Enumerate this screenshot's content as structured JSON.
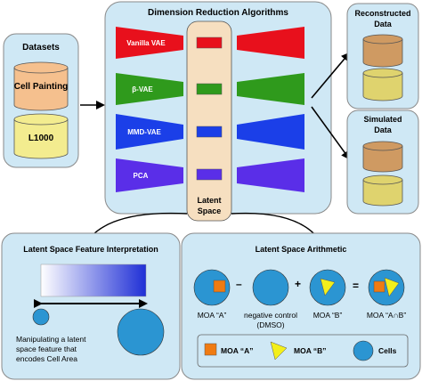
{
  "datasets": {
    "title": "Datasets",
    "items": [
      "Cell Painting",
      "L1000"
    ]
  },
  "algorithms": {
    "title": "Dimension Reduction Algorithms",
    "methods": [
      {
        "label": "Vanilla VAE",
        "color": "#e8101c"
      },
      {
        "label": "β-VAE",
        "color": "#2f9a1c"
      },
      {
        "label": "MMD-VAE",
        "color": "#1b3fe8"
      },
      {
        "label": "PCA",
        "color": "#5a2ee8"
      }
    ],
    "latent_label": "Latent Space"
  },
  "outputs": {
    "reconstructed": "Reconstructed Data",
    "simulated": "Simulated Data"
  },
  "interpretation": {
    "title": "Latent Space Feature Interpretation",
    "caption": "Manipulating a latent space feature that encodes Cell Area"
  },
  "arithmetic": {
    "title": "Latent Space Arithmetic",
    "operators": [
      "–",
      "+",
      "="
    ],
    "labels": [
      "MOA “A”",
      "negative control (DMSO)",
      "MOA “B”",
      "MOA “A∩B”"
    ],
    "legend": [
      "MOA “A”",
      "MOA “B”",
      "Cells"
    ]
  },
  "colors": {
    "panel_fill": "#cfe8f5",
    "cylinder_orange": "#f5c08e",
    "cylinder_yellow": "#f3ec8f",
    "cylinder_brown": "#cf9a62",
    "cylinder_olive": "#dfd36e",
    "latent_fill": "#f6dfc0",
    "cell_blue": "#2b95d2",
    "moa_a": "#f07b12",
    "moa_b": "#f3ef1b"
  }
}
